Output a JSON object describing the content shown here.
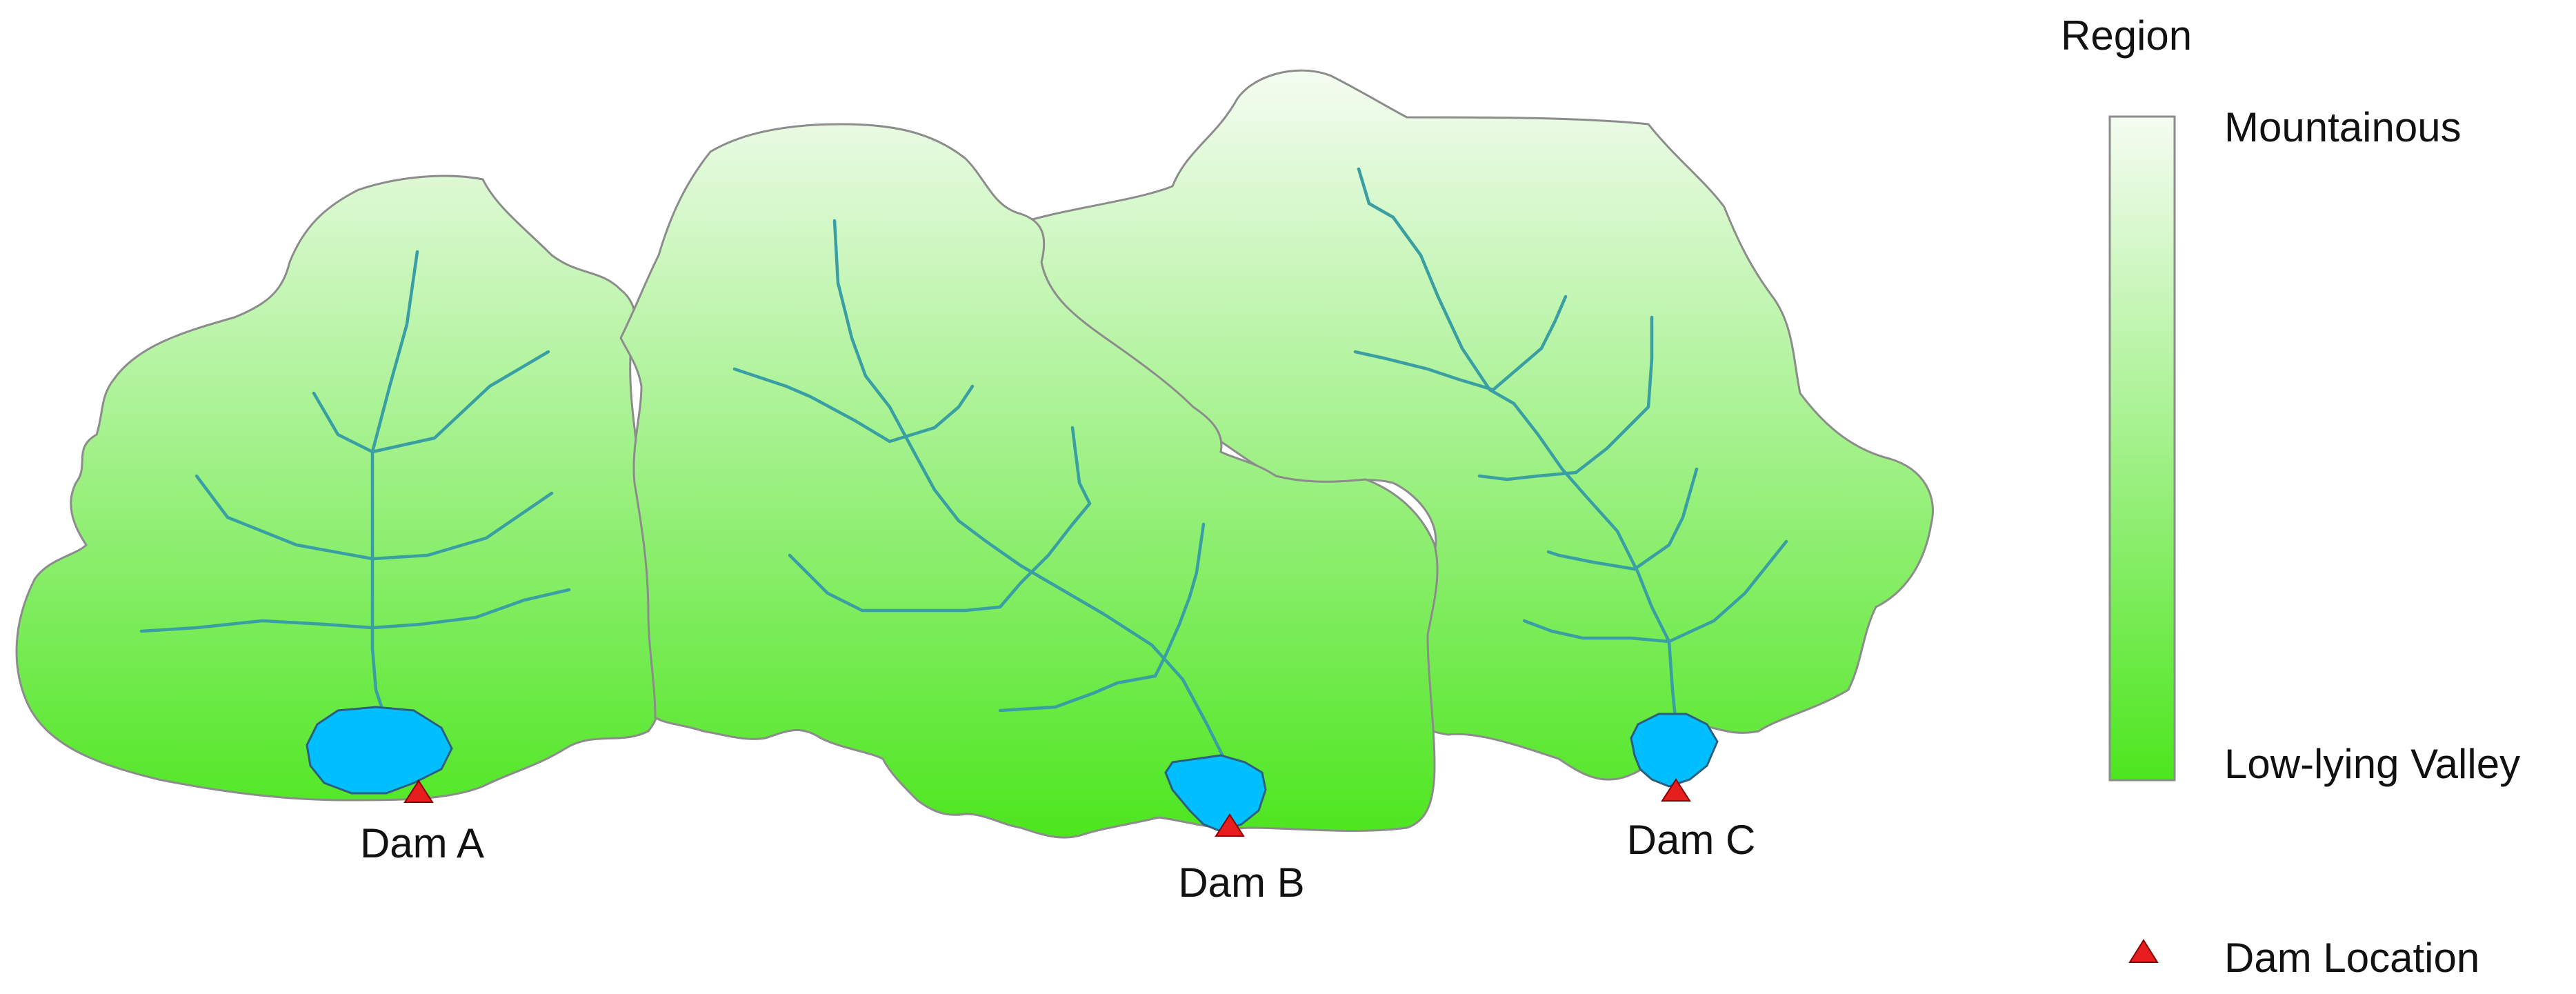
{
  "colors": {
    "mountainous": "#f5fcf2",
    "valley": "#4de61f",
    "reservoir": "#00bfff",
    "dam": "#e61e1e",
    "stream": "#3a9fa3",
    "outline": "#8c8c8c"
  },
  "dams": [
    {
      "label": "Dam A"
    },
    {
      "label": "Dam B"
    },
    {
      "label": "Dam C"
    }
  ],
  "legend": {
    "title": "Region",
    "top_label": "Mountainous",
    "bottom_label": "Low-lying Valley",
    "dam_label": "Dam Location",
    "dam_icon": "red-triangle-icon"
  }
}
